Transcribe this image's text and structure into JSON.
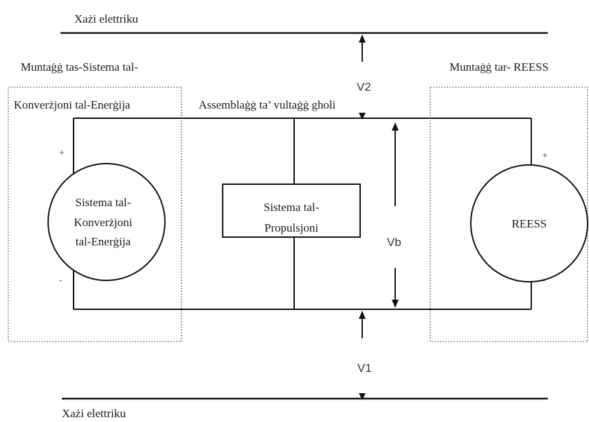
{
  "labels": {
    "top_ground": "Xażi elettriku",
    "bottom_ground": "Xażi elettriku",
    "left_assembly_line1": "Muntaġġ tas-Sistema tal-",
    "left_assembly_line2": "Konverżjoni tal-Enerġija",
    "right_assembly": "Muntaġġ tar- REESS",
    "hv_assembly": "Assemblaġġ ta’ vultaġġ gholi",
    "v2": "V2",
    "v1": "V1",
    "vb": "Vb"
  },
  "energy_conversion_source": {
    "lines": [
      "Sistema tal-",
      "Konverżjoni",
      "tal-Enerġija"
    ],
    "plus": "+",
    "minus": "-"
  },
  "propulsion_system": {
    "lines": [
      "Sistema tal-",
      "Propulsjoni"
    ]
  },
  "reess": {
    "label": "REESS",
    "plus": "+",
    "minus": "-"
  }
}
